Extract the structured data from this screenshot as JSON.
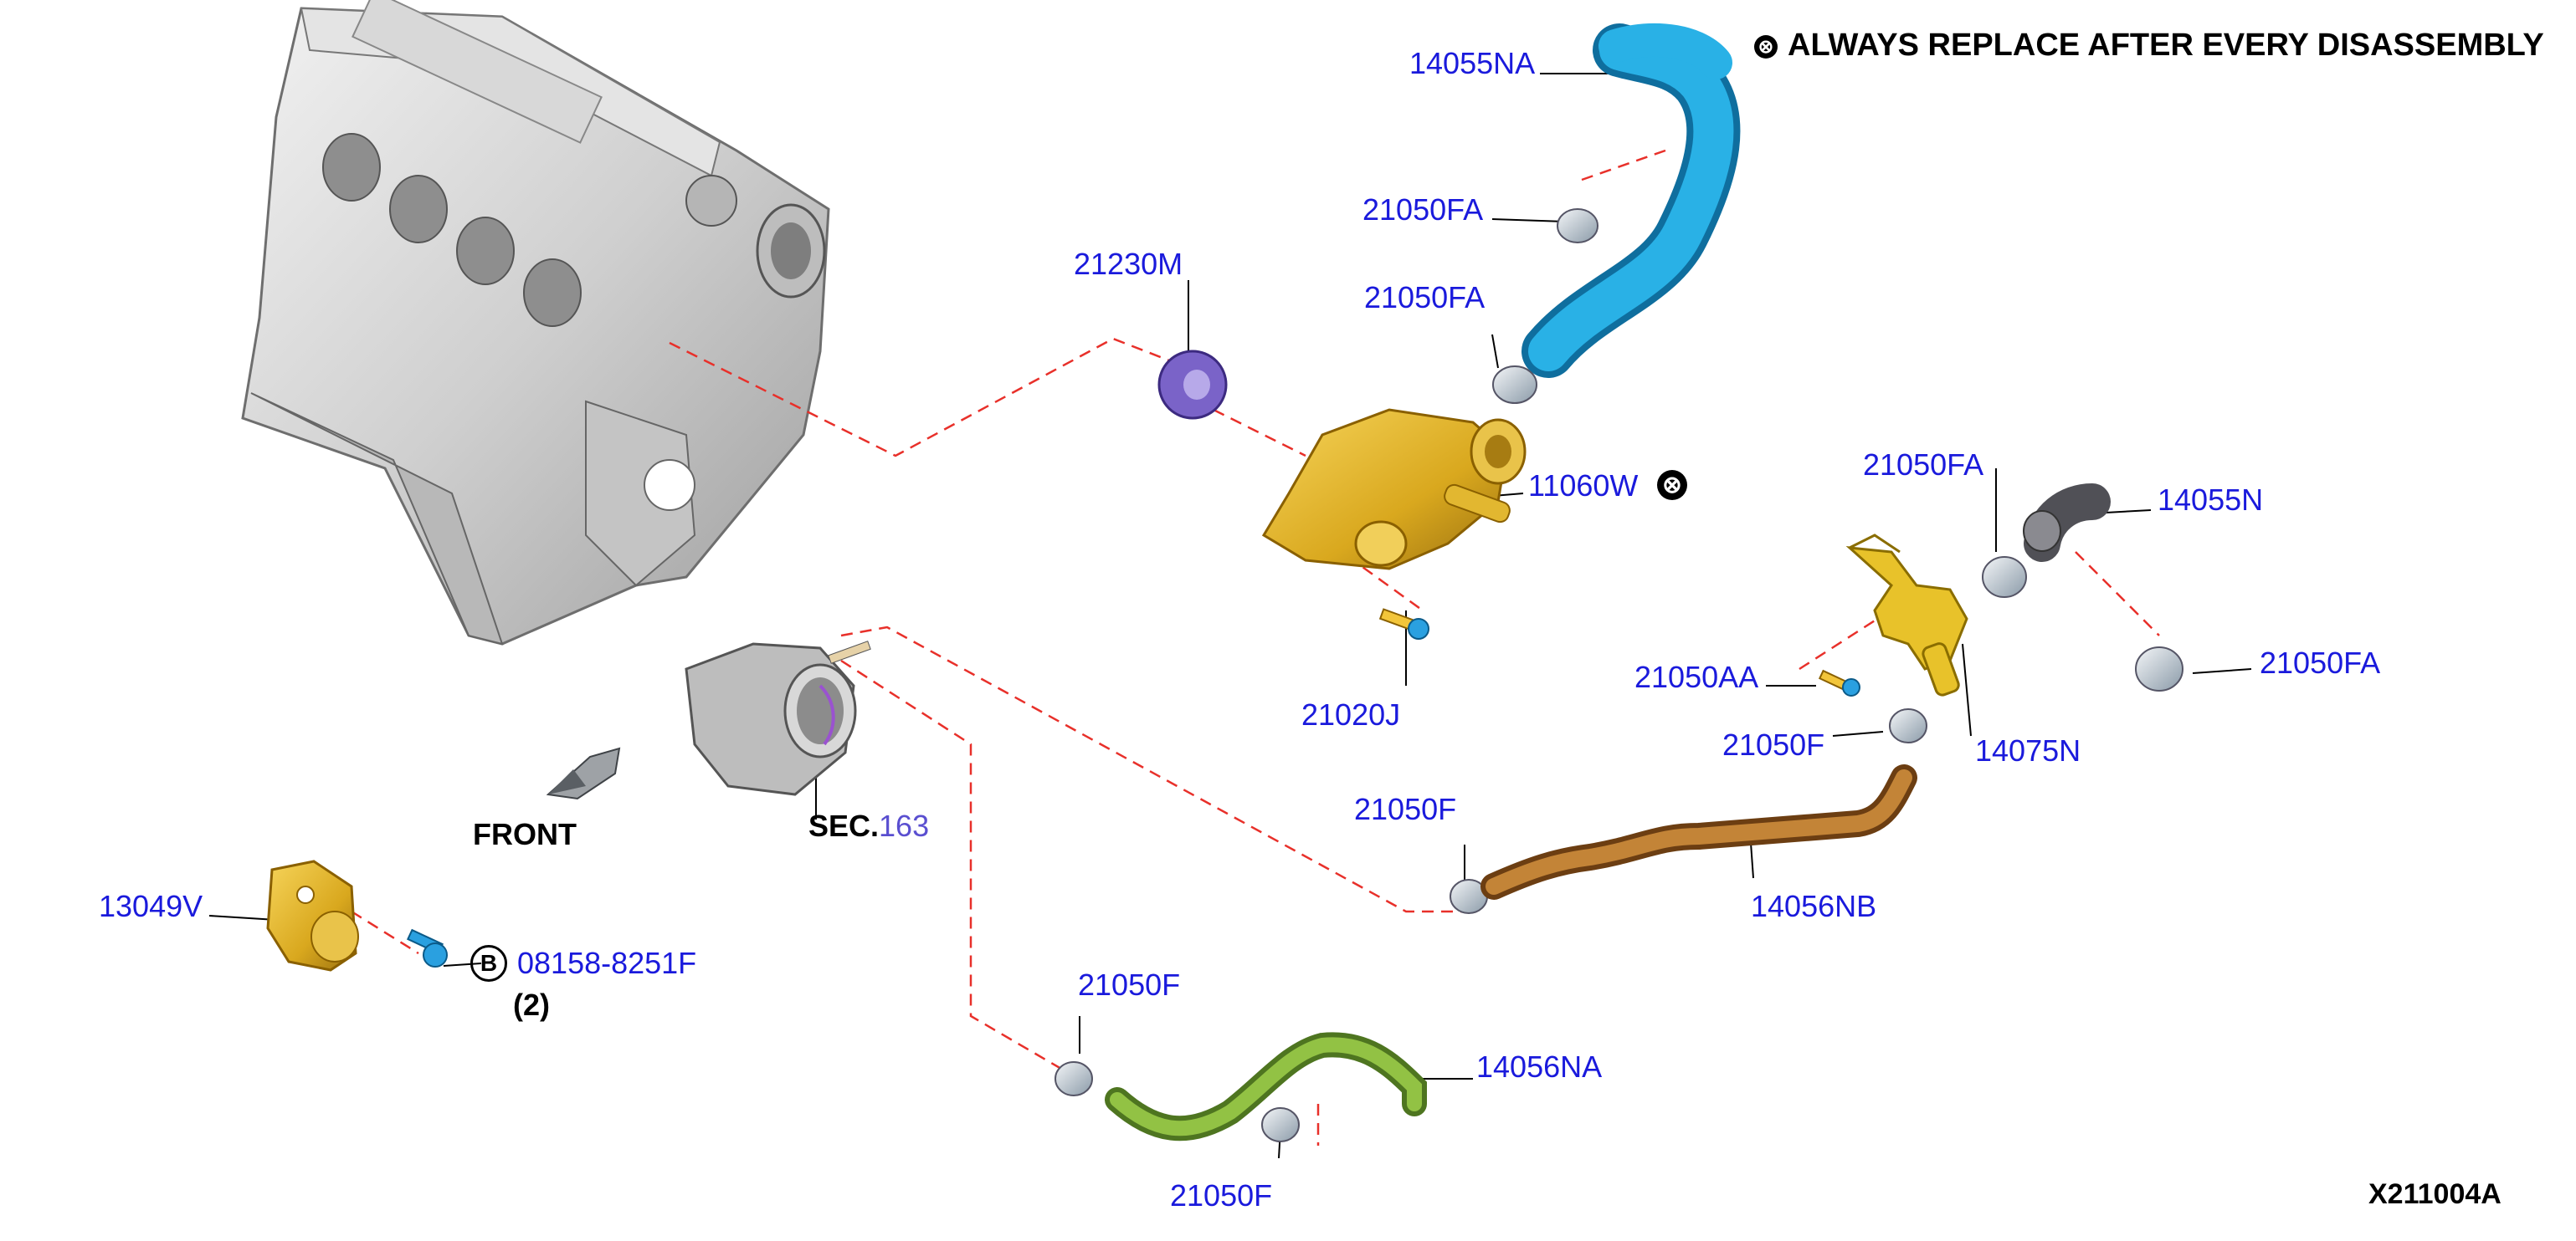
{
  "note": {
    "symbol": "⊗",
    "text": "ALWAYS REPLACE AFTER EVERY DISASSEMBLY"
  },
  "diagram_code": "X211004A",
  "front_label": "FRONT",
  "section_ref": {
    "prefix": "SEC.",
    "number": "163"
  },
  "fastener": {
    "circle_letter": "B",
    "part_no": "08158-8251F",
    "qty": "(2)"
  },
  "parts": {
    "p14055NA": "14055NA",
    "p21050FA_top": "21050FA",
    "p21050FA_mid": "21050FA",
    "p21230M": "21230M",
    "p11060W": "11060W",
    "p21020J": "21020J",
    "p21050FA_right": "21050FA",
    "p14055N": "14055N",
    "p21050FA_far": "21050FA",
    "p21050AA": "21050AA",
    "p14075N": "14075N",
    "p21050F_a": "21050F",
    "p21050F_b": "21050F",
    "p14056NB": "14056NB",
    "p13049V": "13049V",
    "p21050F_c": "21050F",
    "p14056NA": "14056NA",
    "p21050F_d": "21050F"
  },
  "colors": {
    "label": "#1a1adc",
    "leader_dash": "#e8302a",
    "hose_blue": "#1e9fd6",
    "housing_gold": "#d9a81e",
    "pipe_brown": "#b0702a",
    "pipe_green": "#86b43a",
    "gasket_purple": "#7a63c8",
    "engine_gray": "#c8c8c8"
  },
  "icons": [
    "engine-block",
    "throttle-body",
    "front-arrow-icon",
    "replace-mark-icon",
    "hose-clamp-icon",
    "bolt-icon"
  ]
}
